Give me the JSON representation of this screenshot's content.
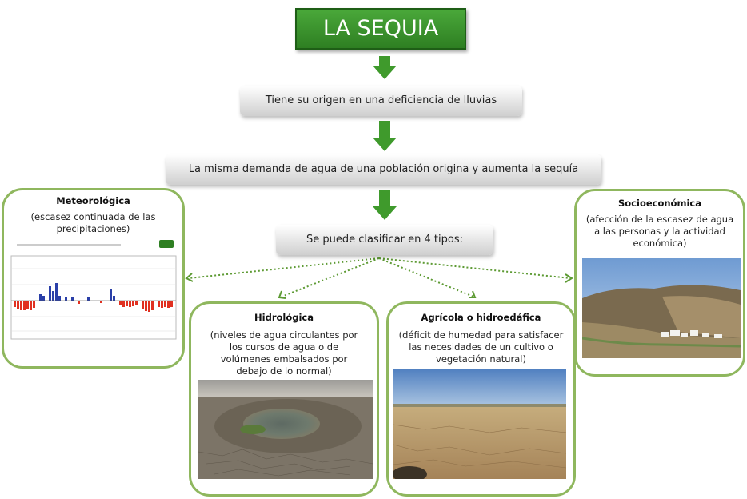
{
  "title": "LA SEQUIA",
  "step1": "Tiene su origen en una deficiencia de lluvias",
  "step2": "La misma demanda de agua de una población origina y aumenta la sequía",
  "step3": "Se puede clasificar en 4 tipos:",
  "types": {
    "meteo": {
      "title": "Meteorológica",
      "desc": "(escasez continuada de las precipitaciones)"
    },
    "hidro": {
      "title": "Hidrológica",
      "desc": "(niveles de agua circulantes por los cursos de agua o de volúmenes embalsados por debajo de lo normal)"
    },
    "agri": {
      "title": "Agrícola o hidroedáfica",
      "desc": "(déficit de humedad para satisfacer las necesidades de un cultivo o vegetación natural)"
    },
    "socio": {
      "title": "Socioeconómica",
      "desc": "(afección de la escasez de agua a las personas y la actividad económica)"
    }
  },
  "colors": {
    "green_dark": "#2e7f22",
    "green_arrow": "#3f9a2c",
    "card_border": "#8fb75e",
    "dotted": "#5d9a33"
  }
}
